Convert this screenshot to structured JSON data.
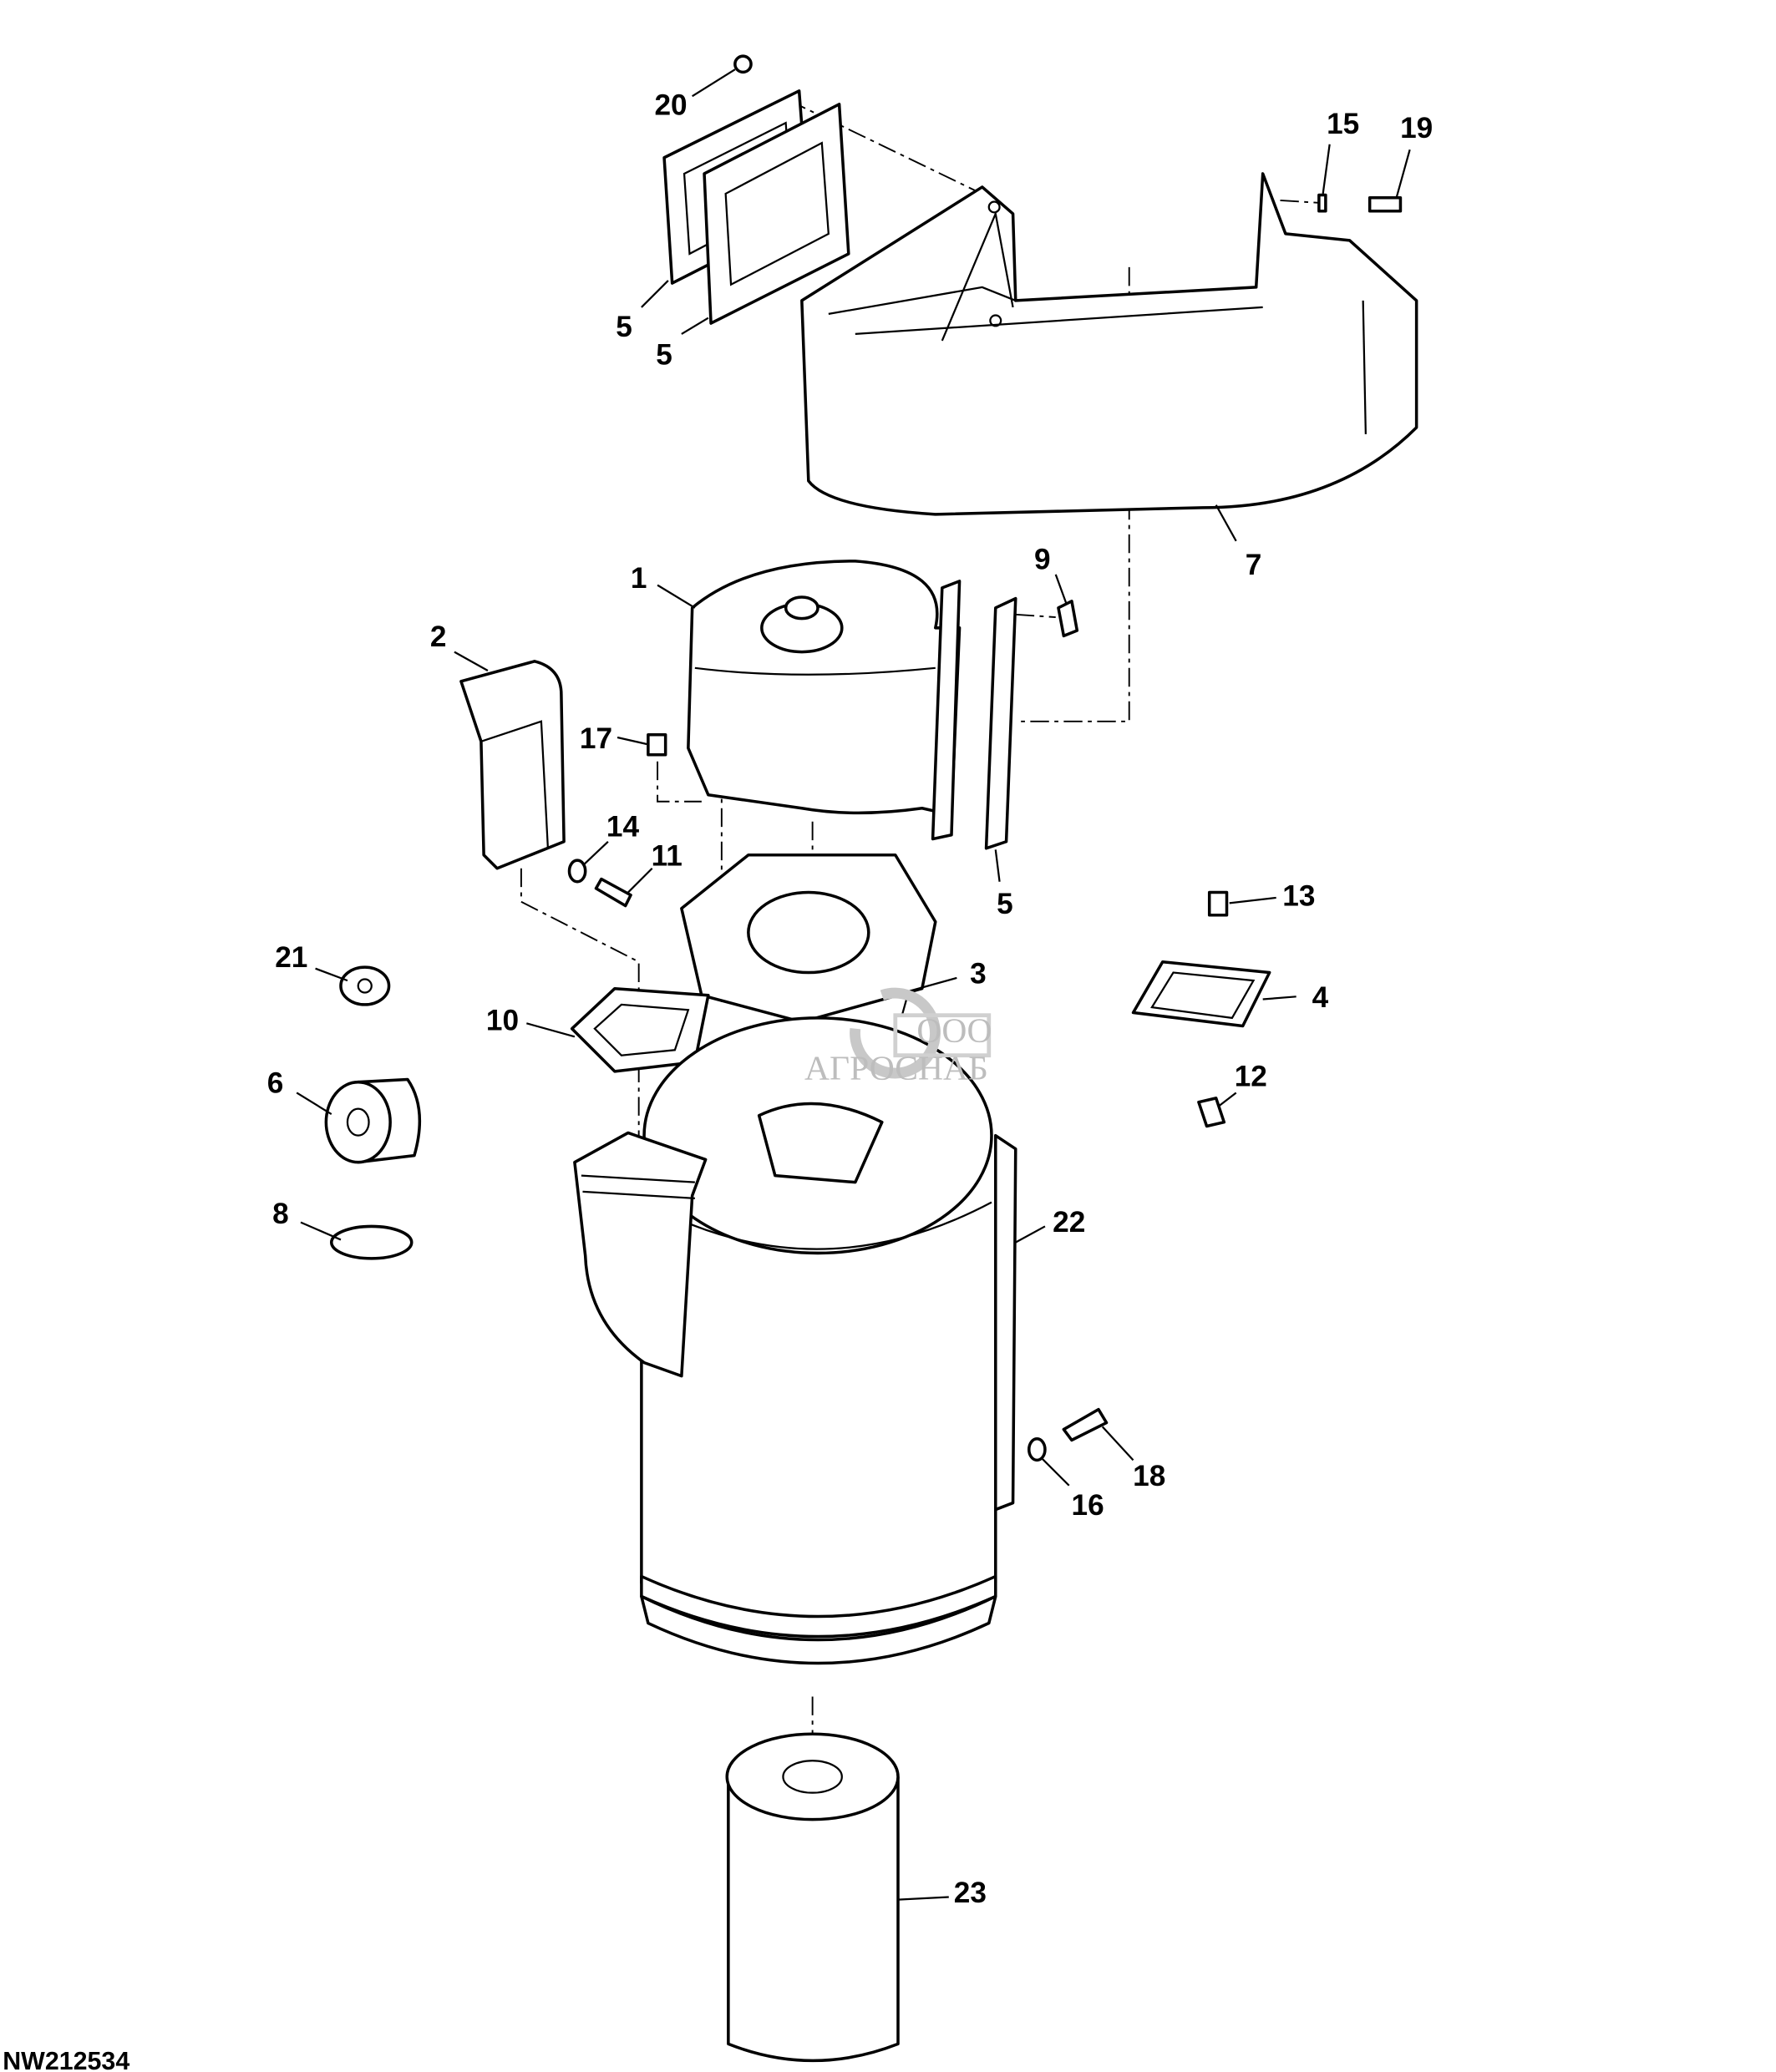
{
  "diagram": {
    "figure_id": "NW212534",
    "watermark": {
      "text": "АГРОСНАБ",
      "prefix": "ООО"
    },
    "callouts": [
      "20",
      "5",
      "5",
      "15",
      "19",
      "7",
      "1",
      "9",
      "2",
      "17",
      "14",
      "11",
      "5",
      "13",
      "21",
      "3",
      "4",
      "10",
      "12",
      "6",
      "22",
      "8",
      "18",
      "16",
      "23"
    ]
  }
}
